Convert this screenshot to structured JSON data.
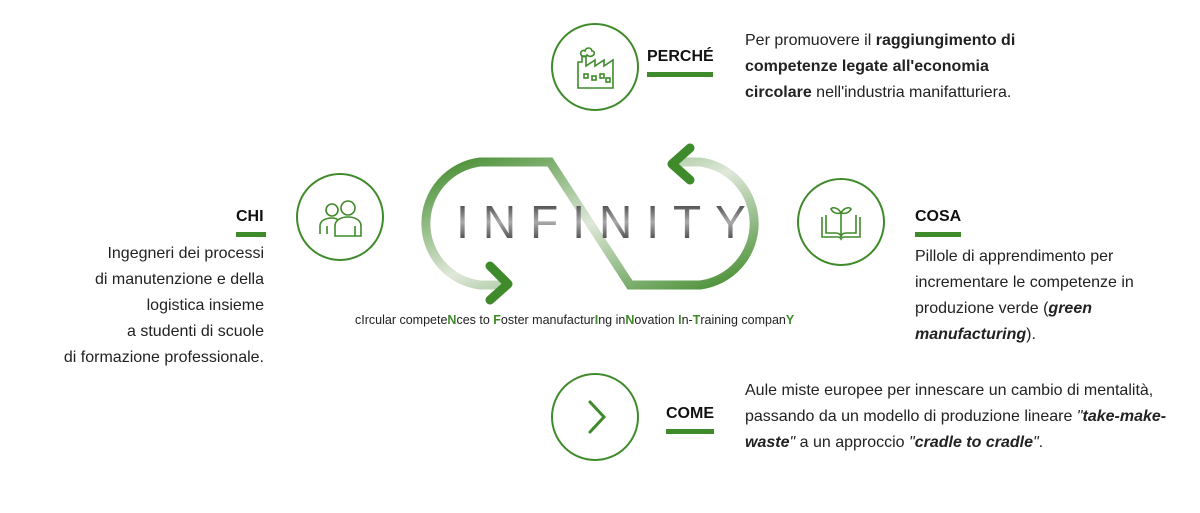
{
  "logo": {
    "title": "INFINITY",
    "tagline": [
      {
        "t": "c",
        "g": false
      },
      {
        "t": "I",
        "g": false
      },
      {
        "t": "rcular compete",
        "g": false
      },
      {
        "t": "N",
        "g": true
      },
      {
        "t": "ces to ",
        "g": false
      },
      {
        "t": "F",
        "g": true
      },
      {
        "t": "oster manufactur",
        "g": false
      },
      {
        "t": "I",
        "g": true
      },
      {
        "t": "ng in",
        "g": false
      },
      {
        "t": "N",
        "g": true
      },
      {
        "t": "ovation ",
        "g": false
      },
      {
        "t": "I",
        "g": true
      },
      {
        "t": "n-",
        "g": false
      },
      {
        "t": "T",
        "g": true
      },
      {
        "t": "raining compan",
        "g": false
      },
      {
        "t": "Y",
        "g": true
      }
    ]
  },
  "perche": {
    "heading": "PERCHÉ",
    "icon": "factory-icon",
    "t1": "Per promuovere il ",
    "b1": "raggiungimento di competenze legate all'economia circolare",
    "t2": " nell'industria manifatturiera."
  },
  "chi": {
    "heading": "CHI",
    "icon": "people-icon",
    "lines": [
      "Ingegneri dei processi",
      "di manutenzione e della",
      "logistica insieme",
      "a studenti di scuole",
      "di formazione professionale."
    ]
  },
  "cosa": {
    "heading": "COSA",
    "icon": "book-plant-icon",
    "t1": "Pillole di apprendimento per incrementare le competenze in produzione verde (",
    "b1": "green manufacturing",
    "t2": ")."
  },
  "come": {
    "heading": "COME",
    "icon": "chevron-right-icon",
    "t1": "Aule miste europee per innescare un cambio di mentalità, passando da un modello di produzione lineare ",
    "q1": "\"",
    "b1": "take-make-waste",
    "q2": "\"",
    "t2": " a un approccio ",
    "q3": "\"",
    "b2": "cradle to cradle",
    "q4": "\"",
    "t3": "."
  },
  "colors": {
    "accent": "#3f8a2a"
  }
}
